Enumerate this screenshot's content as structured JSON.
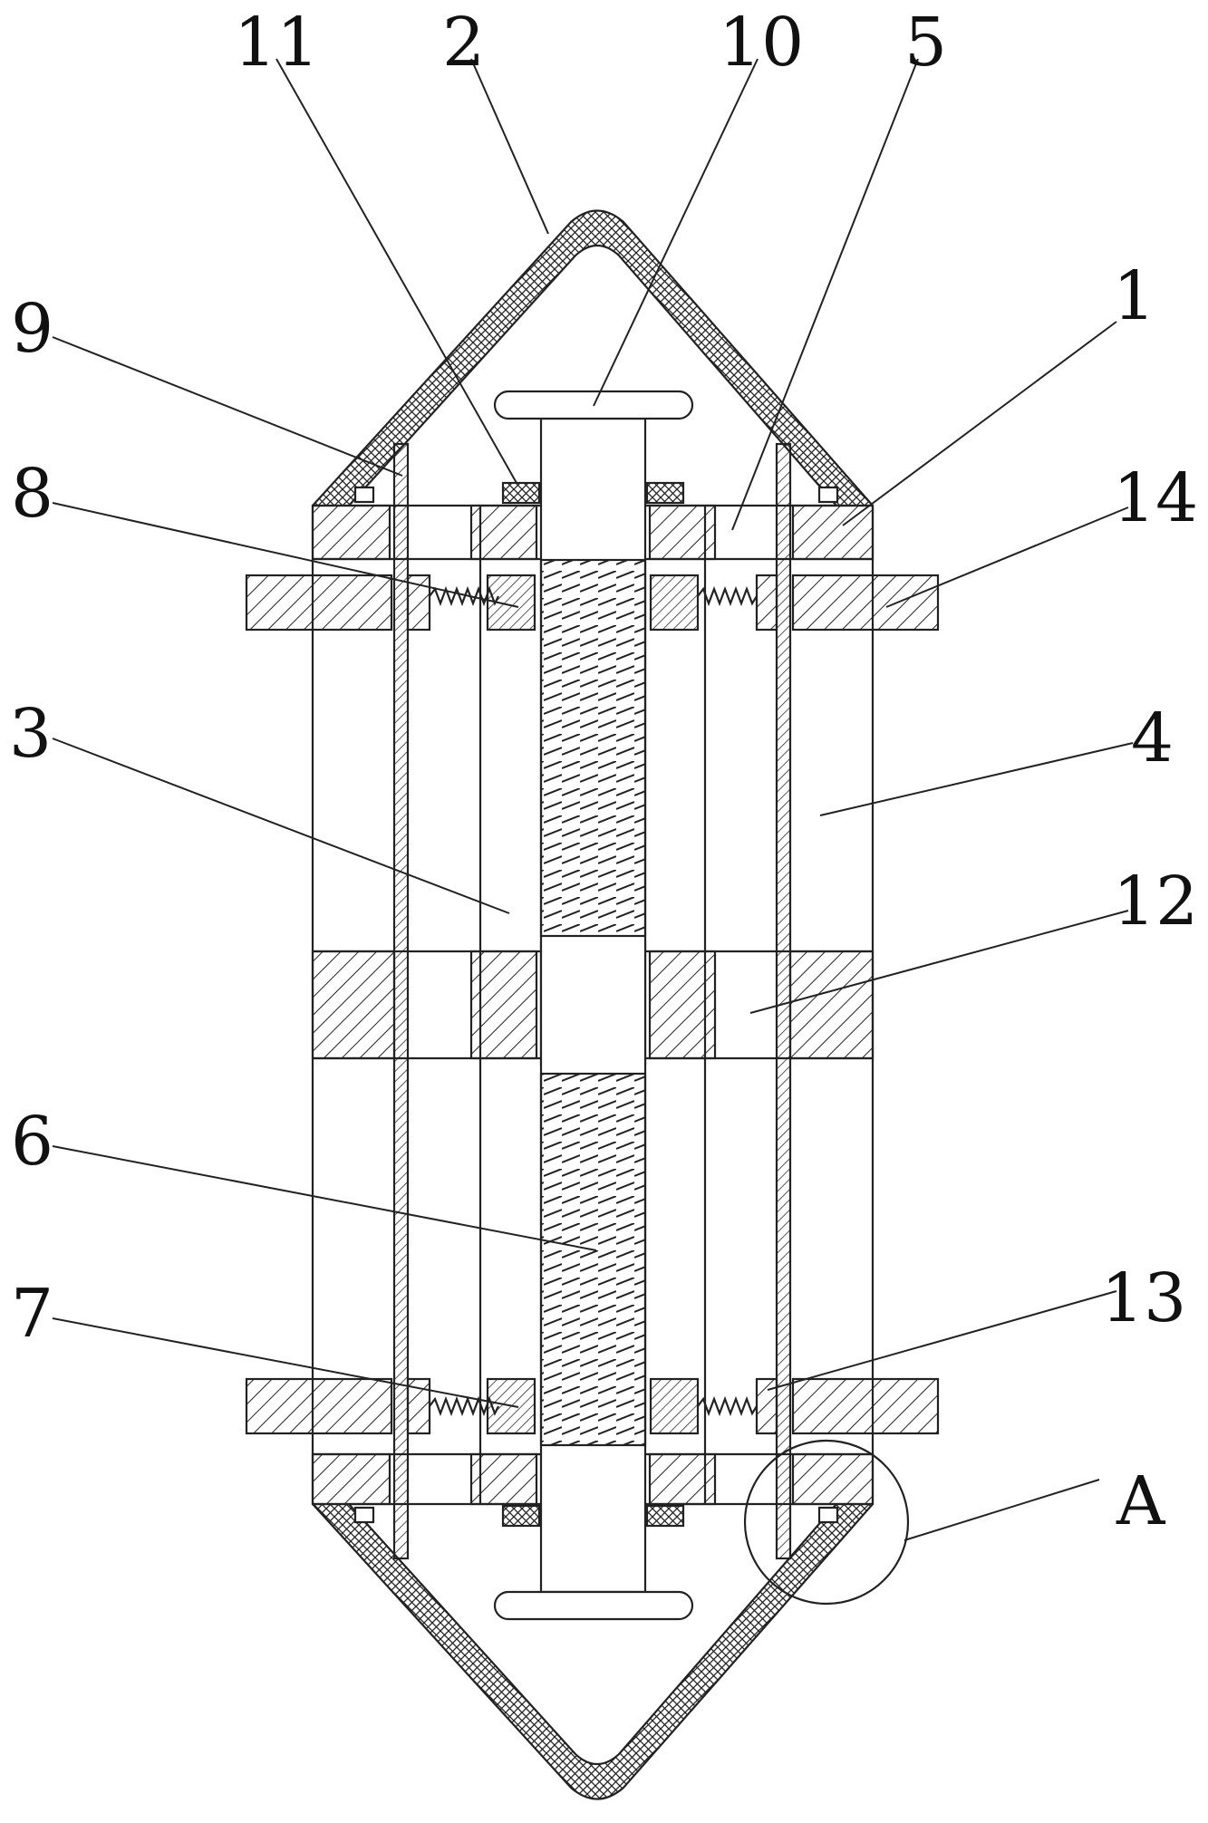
{
  "figure": {
    "labels": [
      {
        "id": "11",
        "text": "11"
      },
      {
        "id": "2",
        "text": "2"
      },
      {
        "id": "10",
        "text": "10"
      },
      {
        "id": "5",
        "text": "5"
      },
      {
        "id": "1",
        "text": "1"
      },
      {
        "id": "9",
        "text": "9"
      },
      {
        "id": "14",
        "text": "14"
      },
      {
        "id": "8",
        "text": "8"
      },
      {
        "id": "3",
        "text": "3"
      },
      {
        "id": "4",
        "text": "4"
      },
      {
        "id": "12",
        "text": "12"
      },
      {
        "id": "6",
        "text": "6"
      },
      {
        "id": "13",
        "text": "13"
      },
      {
        "id": "7",
        "text": "7"
      },
      {
        "id": "A",
        "text": "A"
      }
    ]
  }
}
